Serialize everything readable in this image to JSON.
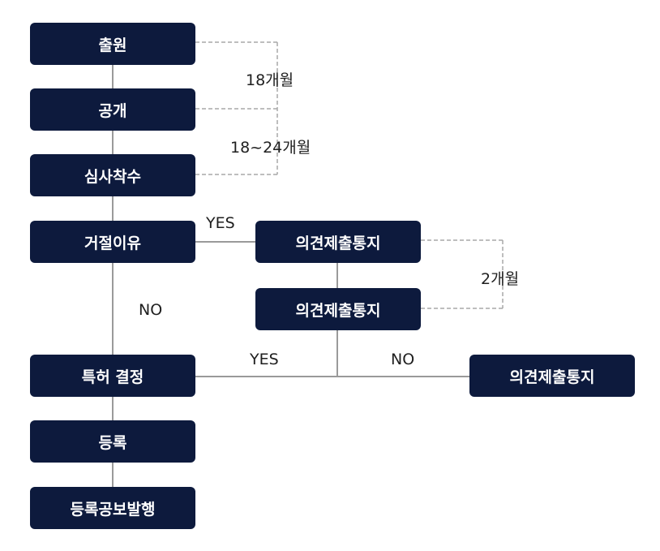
{
  "colors": {
    "box": "#0d1a3d",
    "line": "#9a9a9a",
    "dash": "#a8a8a8",
    "text": "#1f1f1f"
  },
  "steps": {
    "filing": "출원",
    "publication": "공개",
    "exam_start": "심사착수",
    "rejection_reason": "거절이유",
    "decision": "특허 결정",
    "registration": "등록",
    "reg_gazette": "등록공보발행"
  },
  "opinion": {
    "first": "의견제출통지",
    "second": "의견제출통지",
    "third": "의견제출통지"
  },
  "labels": {
    "months_18": "18개월",
    "months_18_24": "18~24개월",
    "months_2": "2개월",
    "yes_1": "YES",
    "no_1": "NO",
    "yes_2": "YES",
    "no_2": "NO"
  }
}
